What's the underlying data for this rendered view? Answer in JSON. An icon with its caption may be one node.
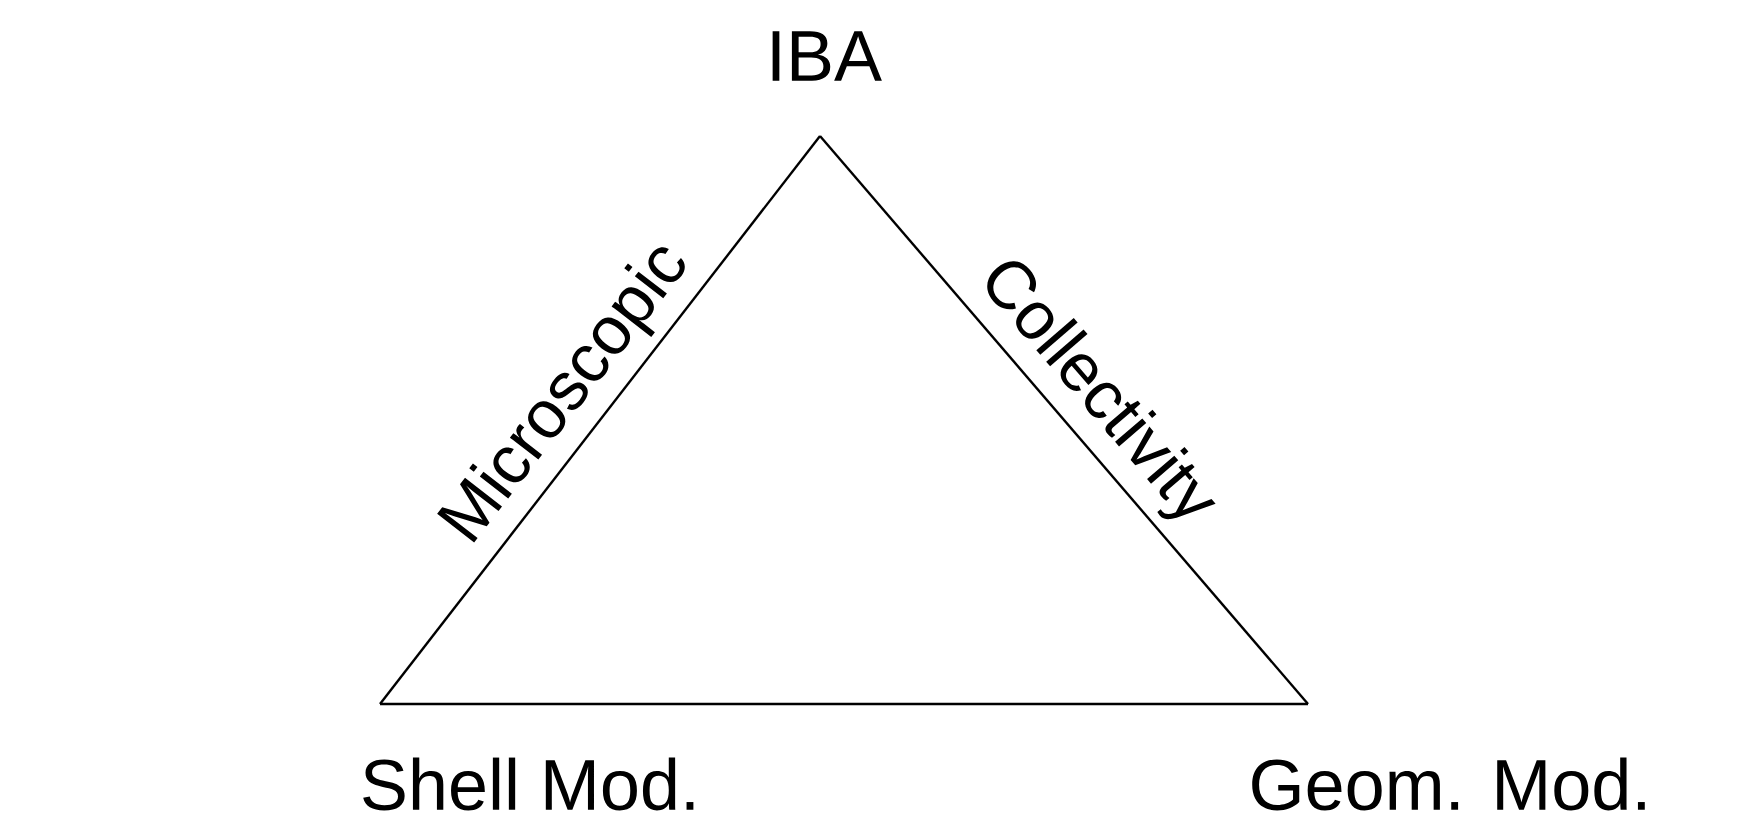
{
  "diagram": {
    "nodes": [
      {
        "text": [
          "IBA"
        ]
      },
      {
        "text": [
          "Shell Mod."
        ]
      },
      {
        "text": [
          "Geom. Mod."
        ]
      }
    ],
    "edges": [
      {
        "from": 0,
        "to": 1,
        "arrow": "none",
        "label": "Microscopic"
      },
      {
        "from": 0,
        "to": 2,
        "arrow": "none",
        "label": "Collectivity"
      },
      {
        "from": 1,
        "to": 2,
        "arrow": "none"
      }
    ]
  }
}
